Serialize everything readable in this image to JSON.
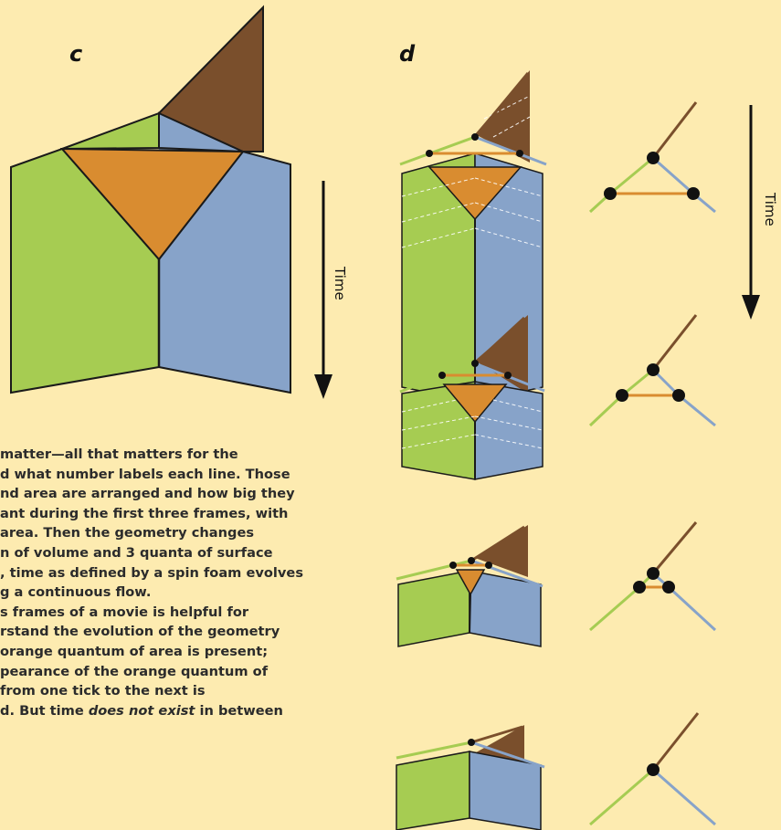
{
  "labels": {
    "panel_c": "c",
    "panel_d": "d",
    "time_c": "Time",
    "time_d": "Time"
  },
  "text_lines": [
    {
      "before": "matter—all that matters for the",
      "em": "",
      "after": ""
    },
    {
      "before": "d what number labels each line. Those",
      "em": "",
      "after": ""
    },
    {
      "before": "nd area are arranged and how big they",
      "em": "",
      "after": ""
    },
    {
      "before": "ant during the first three frames, with",
      "em": "",
      "after": ""
    },
    {
      "before": "area. Then the geometry changes",
      "em": "",
      "after": ""
    },
    {
      "before": "n of volume and 3 quanta of surface",
      "em": "",
      "after": ""
    },
    {
      "before": ", time as defined by a spin foam evolves",
      "em": "",
      "after": ""
    },
    {
      "before": "g a continuous flow.",
      "em": "",
      "after": ""
    },
    {
      "before": "s frames of a movie is helpful for",
      "em": "",
      "after": ""
    },
    {
      "before": "rstand the evolution of the geometry",
      "em": "",
      "after": ""
    },
    {
      "before": " orange quantum of area is present;",
      "em": "",
      "after": ""
    },
    {
      "before": "pearance of the orange quantum of",
      "em": "",
      "after": ""
    },
    {
      "before": "from one tick to the next is",
      "em": "",
      "after": ""
    },
    {
      "before": "d. But time ",
      "em": "does not exist",
      "after": " in between"
    }
  ],
  "colors": {
    "background": "#fdebb0",
    "green": "#a6cc52",
    "blue": "#87a3c9",
    "brown": "#7a4f2c",
    "orange": "#d98c30",
    "outline": "#1a1a1a"
  }
}
